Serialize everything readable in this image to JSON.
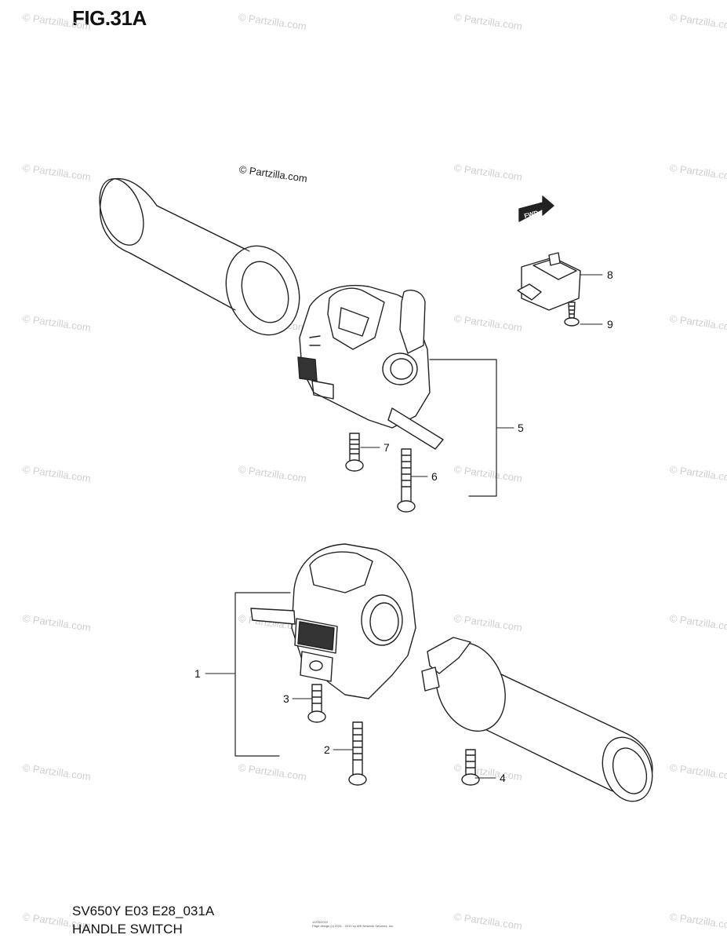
{
  "figure": {
    "title": "FIG.31A",
    "model_code": "SV650Y E03 E28_031A",
    "section_name": "HANDLE SWITCH",
    "copyright_small_line1": "12/05/2019",
    "copyright_small_line2": "Page design (c) 2001 - 2019 by ARI Network Services, Inc."
  },
  "watermark": {
    "text": "© Partzilla.com"
  },
  "fwd_label": "FWD",
  "callouts": [
    {
      "id": "1",
      "label": "1"
    },
    {
      "id": "2",
      "label": "2"
    },
    {
      "id": "3",
      "label": "3"
    },
    {
      "id": "4",
      "label": "4"
    },
    {
      "id": "5",
      "label": "5"
    },
    {
      "id": "6",
      "label": "6"
    },
    {
      "id": "7",
      "label": "7"
    },
    {
      "id": "8",
      "label": "8"
    },
    {
      "id": "9",
      "label": "9"
    }
  ]
}
